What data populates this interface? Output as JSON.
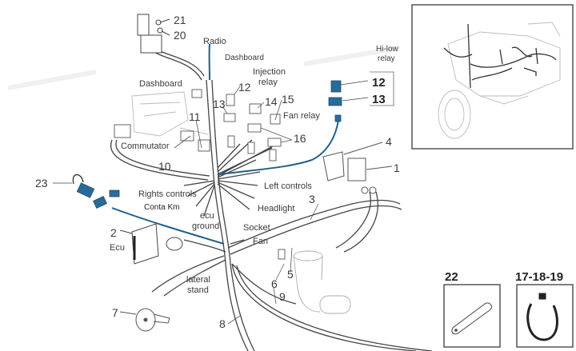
{
  "diagram": {
    "title": "Motorcycle electrical wiring harness exploded view",
    "colors": {
      "line": "#444444",
      "highlight": "#1f5f8b",
      "light": "#b8b8b8"
    },
    "callouts": [
      {
        "id": "21",
        "text": "21"
      },
      {
        "id": "20",
        "text": "20"
      },
      {
        "id": "12a",
        "text": "12"
      },
      {
        "id": "13a",
        "text": "13"
      },
      {
        "id": "14",
        "text": "14"
      },
      {
        "id": "15",
        "text": "15"
      },
      {
        "id": "16",
        "text": "16"
      },
      {
        "id": "11",
        "text": "11"
      },
      {
        "id": "10",
        "text": "10"
      },
      {
        "id": "12b",
        "text": "12"
      },
      {
        "id": "13b",
        "text": "13"
      },
      {
        "id": "4",
        "text": "4"
      },
      {
        "id": "1",
        "text": "1"
      },
      {
        "id": "3",
        "text": "3"
      },
      {
        "id": "23",
        "text": "23"
      },
      {
        "id": "2",
        "text": "2"
      },
      {
        "id": "5",
        "text": "5"
      },
      {
        "id": "6",
        "text": "6"
      },
      {
        "id": "9",
        "text": "9"
      },
      {
        "id": "7",
        "text": "7"
      },
      {
        "id": "8",
        "text": "8"
      },
      {
        "id": "22",
        "text": "22"
      },
      {
        "id": "17-18-19",
        "text": "17-18-19"
      }
    ],
    "labels": {
      "radio": "Radio",
      "dashboard_top": "Dashboard",
      "dashboard_left": "Dashboard",
      "injection_relay_1": "Injection",
      "injection_relay_2": "relay",
      "fan_relay": "Fan relay",
      "hilow_1": "Hi-low",
      "hilow_2": "relay",
      "commutator": "Commutator",
      "rights_controls": "Rights controls",
      "left_controls": "Left controls",
      "conta_km": "Conta Km",
      "ecu_ground_1": "ecu",
      "ecu_ground_2": "ground",
      "headlight": "Headlight",
      "socket": "Socket",
      "fan": "Fan",
      "ecu": "Ecu",
      "lateral_stand_1": "lateral",
      "lateral_stand_2": "stand"
    }
  }
}
